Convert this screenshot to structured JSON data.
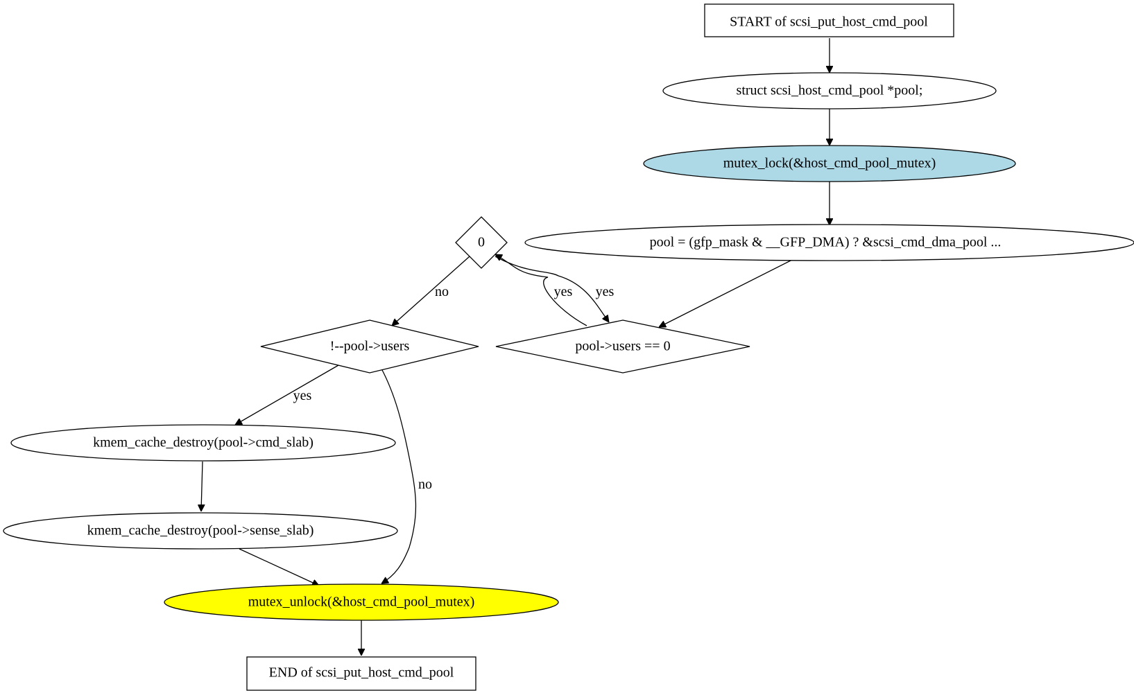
{
  "nodes": {
    "start": {
      "label": "START of scsi_put_host_cmd_pool",
      "shape": "box",
      "fill": "#ffffff"
    },
    "decl": {
      "label": "struct scsi_host_cmd_pool *pool;",
      "shape": "ellipse",
      "fill": "#ffffff"
    },
    "lock": {
      "label": "mutex_lock(&host_cmd_pool_mutex)",
      "shape": "ellipse",
      "fill": "#add8e6"
    },
    "assign": {
      "label": "pool = (gfp_mask & __GFP_DMA) ? &scsi_cmd_dma_pool  ...",
      "shape": "ellipse",
      "fill": "#ffffff"
    },
    "zero": {
      "label": "0",
      "shape": "diamond",
      "fill": "#ffffff"
    },
    "users_eq": {
      "label": "pool->users == 0",
      "shape": "diamond",
      "fill": "#ffffff"
    },
    "dec_users": {
      "label": "!--pool->users",
      "shape": "diamond",
      "fill": "#ffffff"
    },
    "destroy_cmd": {
      "label": "kmem_cache_destroy(pool->cmd_slab)",
      "shape": "ellipse",
      "fill": "#ffffff"
    },
    "destroy_sense": {
      "label": "kmem_cache_destroy(pool->sense_slab)",
      "shape": "ellipse",
      "fill": "#ffffff"
    },
    "unlock": {
      "label": "mutex_unlock(&host_cmd_pool_mutex)",
      "shape": "ellipse",
      "fill": "#ffff00"
    },
    "end": {
      "label": "END of scsi_put_host_cmd_pool",
      "shape": "box",
      "fill": "#ffffff"
    }
  },
  "edges": [
    {
      "from": "start",
      "to": "decl",
      "label": ""
    },
    {
      "from": "decl",
      "to": "lock",
      "label": ""
    },
    {
      "from": "lock",
      "to": "assign",
      "label": ""
    },
    {
      "from": "assign",
      "to": "users_eq",
      "label": ""
    },
    {
      "from": "users_eq",
      "to": "zero",
      "label": "yes"
    },
    {
      "from": "zero",
      "to": "users_eq",
      "label": "yes"
    },
    {
      "from": "zero",
      "to": "dec_users",
      "label": "no"
    },
    {
      "from": "dec_users",
      "to": "destroy_cmd",
      "label": "yes"
    },
    {
      "from": "dec_users",
      "to": "unlock",
      "label": "no"
    },
    {
      "from": "destroy_cmd",
      "to": "destroy_sense",
      "label": ""
    },
    {
      "from": "destroy_sense",
      "to": "unlock",
      "label": ""
    },
    {
      "from": "unlock",
      "to": "end",
      "label": ""
    }
  ]
}
